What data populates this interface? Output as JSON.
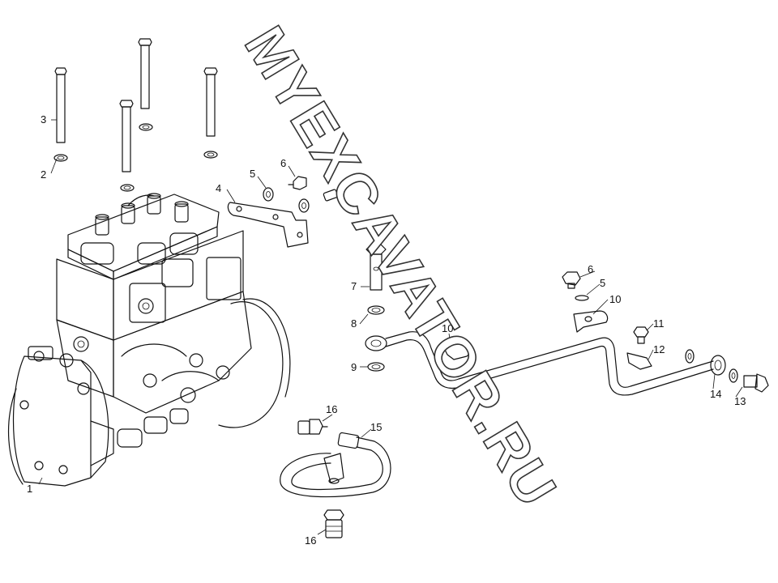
{
  "watermark": "MYEXCAVATOR.RU",
  "callouts": [
    {
      "id": "c1",
      "text": "1"
    },
    {
      "id": "c2",
      "text": "2"
    },
    {
      "id": "c3",
      "text": "3"
    },
    {
      "id": "c4",
      "text": "4"
    },
    {
      "id": "c5a",
      "text": "5"
    },
    {
      "id": "c6a",
      "text": "6"
    },
    {
      "id": "c7",
      "text": "7"
    },
    {
      "id": "c8",
      "text": "8"
    },
    {
      "id": "c9",
      "text": "9"
    },
    {
      "id": "c10a",
      "text": "10"
    },
    {
      "id": "c6b",
      "text": "6"
    },
    {
      "id": "c5b",
      "text": "5"
    },
    {
      "id": "c10b",
      "text": "10"
    },
    {
      "id": "c11",
      "text": "11"
    },
    {
      "id": "c12",
      "text": "12"
    },
    {
      "id": "c14",
      "text": "14"
    },
    {
      "id": "c13",
      "text": "13"
    },
    {
      "id": "c16a",
      "text": "16"
    },
    {
      "id": "c15",
      "text": "15"
    },
    {
      "id": "c16b",
      "text": "16"
    }
  ]
}
